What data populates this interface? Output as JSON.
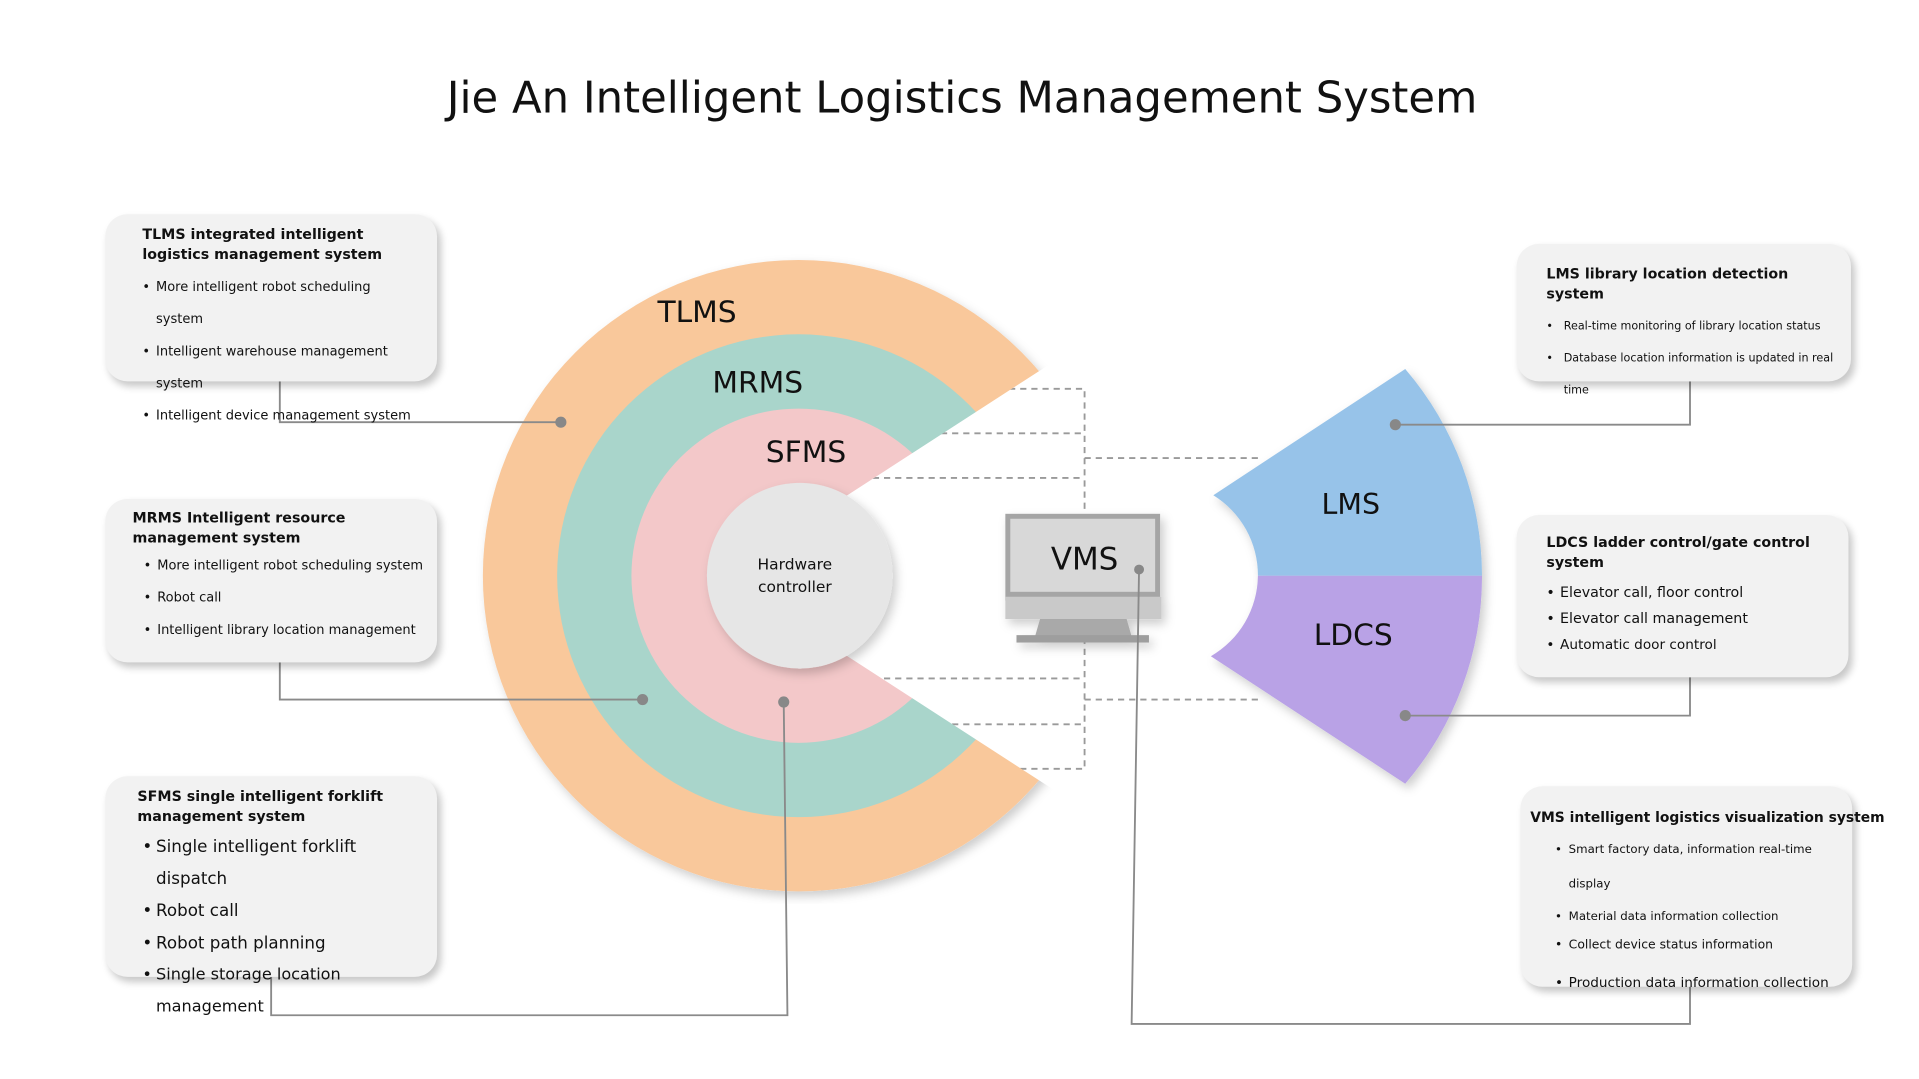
{
  "title": "Jie An Intelligent Logistics Management System",
  "rings": {
    "tlms": {
      "label": "TLMS",
      "color": "#f9c89b"
    },
    "mrms": {
      "label": "MRMS",
      "color": "#a9d5cb"
    },
    "sfms": {
      "label": "SFMS",
      "color": "#f3c8c9"
    },
    "core": {
      "line1": "Hardware",
      "line2": "controller",
      "color": "#e6e6e6"
    }
  },
  "vms": {
    "label": "VMS"
  },
  "fan": {
    "lms": {
      "label": "LMS",
      "color": "#97c3e9"
    },
    "ldcs": {
      "label": "LDCS",
      "color": "#b9a2e6"
    }
  },
  "boxes": {
    "tlms": {
      "title": "TLMS integrated intelligent logistics management system",
      "items": [
        "More intelligent robot scheduling system",
        "Intelligent warehouse management system",
        "Intelligent device management system"
      ]
    },
    "mrms": {
      "title": "MRMS Intelligent resource management system",
      "items": [
        "More intelligent robot scheduling system",
        "Robot call",
        "Intelligent library location management"
      ]
    },
    "sfms": {
      "title": "SFMS single intelligent forklift management system",
      "items": [
        "Single intelligent forklift dispatch",
        "Robot call",
        "Robot path planning",
        "Single storage location management"
      ]
    },
    "lms": {
      "title": "LMS library location detection system",
      "items": [
        "Real-time monitoring of library location status",
        "Database location information is updated in real time"
      ]
    },
    "ldcs": {
      "title": "LDCS ladder control/gate control system",
      "items": [
        "Elevator call, floor control",
        "Elevator call management",
        "Automatic door control"
      ]
    },
    "vms": {
      "title": "VMS intelligent logistics visualization system",
      "items": [
        "Smart factory data, information real-time display",
        "Material data information collection",
        "Collect device status information",
        "Production data information collection"
      ]
    }
  }
}
